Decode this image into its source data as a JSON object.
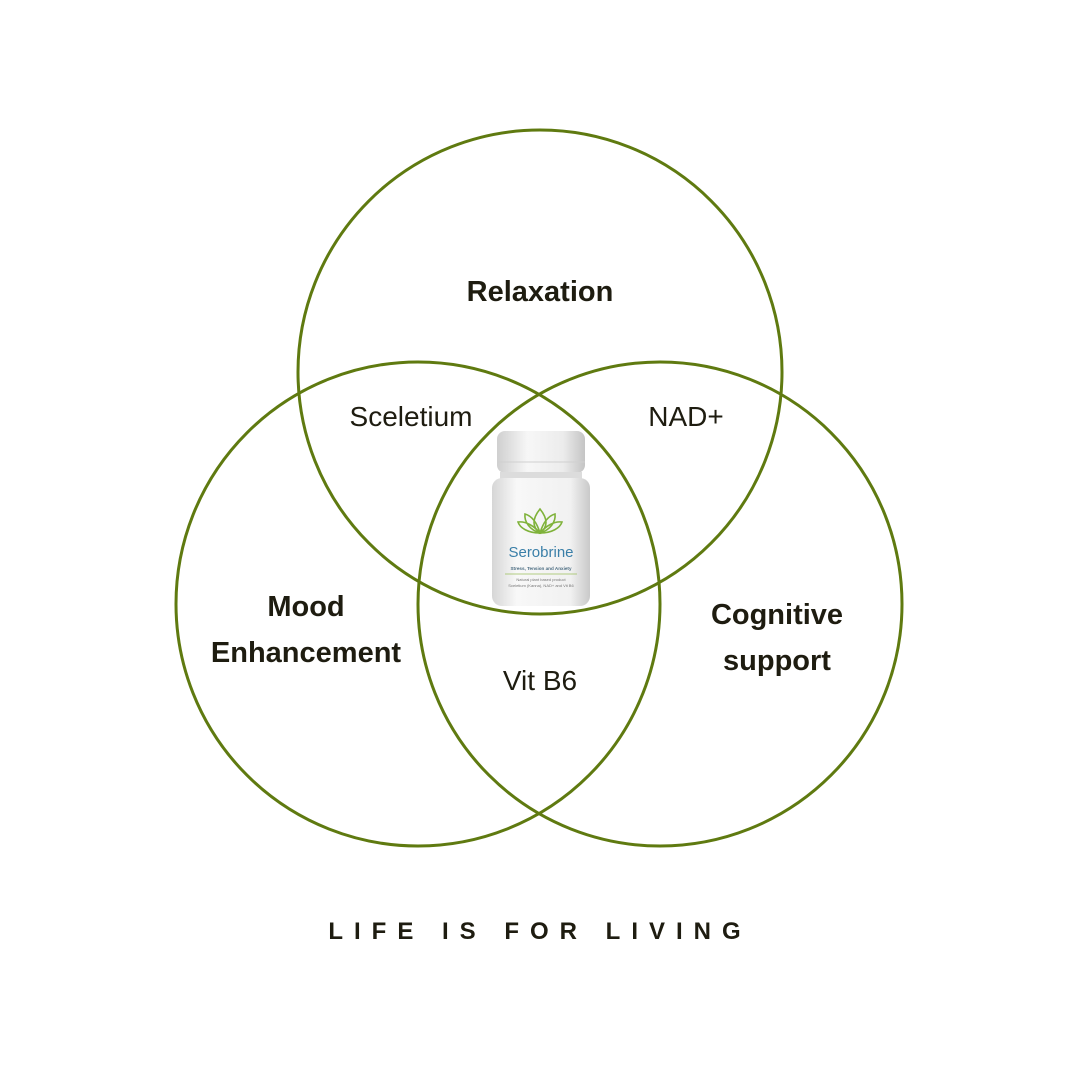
{
  "colors": {
    "circle_stroke": "#5f7a10",
    "text": "#1e1c10",
    "bottle_body": "#f2f2f2",
    "bottle_cap": "#e9e9e9",
    "brand_text": "#3a7fa8",
    "lotus": "#7fb23a"
  },
  "circles": [
    {
      "id": "relaxation",
      "label_lines": [
        "Relaxation"
      ]
    },
    {
      "id": "mood",
      "label_lines": [
        "Mood",
        "Enhancement"
      ]
    },
    {
      "id": "cognitive",
      "label_lines": [
        "Cognitive",
        "support"
      ]
    }
  ],
  "overlaps": {
    "relaxation_mood": "Sceletium",
    "relaxation_cognitive": "NAD+",
    "mood_cognitive": "Vit B6"
  },
  "product": {
    "brand": "Serobrine",
    "subtitle": "Stress, Tension and Anxiety",
    "description_line1": "Natural plant based product",
    "description_line2": "Sceletium (Kanna), NAD+ and Vit B6"
  },
  "tagline": "LIFE IS FOR LIVING"
}
